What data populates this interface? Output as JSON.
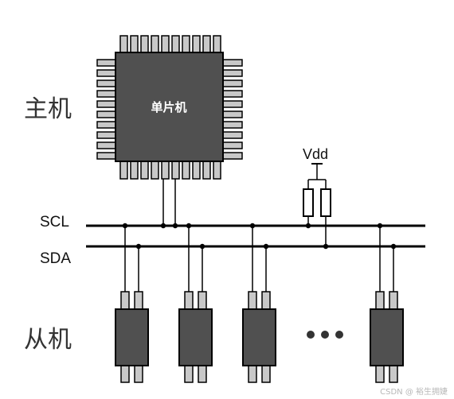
{
  "labels": {
    "master": "主机",
    "mcu": "单片机",
    "vdd": "Vdd",
    "scl": "SCL",
    "sda": "SDA",
    "slave": "从机",
    "watermark": "CSDN @ 裕生拥婕"
  },
  "colors": {
    "chip_body": "#505050",
    "pin_fill": "#c8c8c8",
    "line": "#000000",
    "background": "#ffffff"
  },
  "icons": {
    "ellipsis": "ellipsis-dots-icon"
  }
}
